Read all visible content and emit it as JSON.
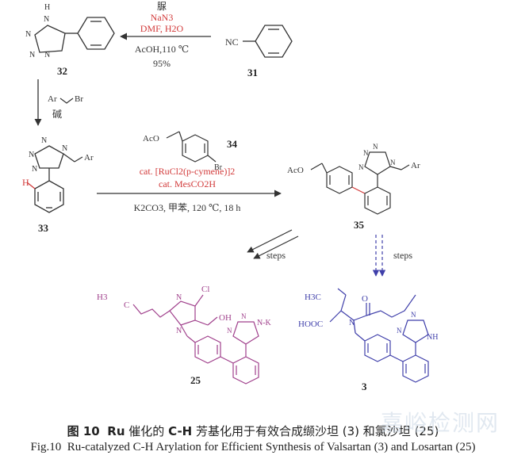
{
  "step1": {
    "reagent_cn": "脲",
    "reagent_nan3": "NaN3",
    "reagent_solvent": "DMF, H2O",
    "conditions": "AcOH,110 ℃",
    "yield": "95%"
  },
  "step2": {
    "reagent_top": "Ar",
    "reagent_br": "Br",
    "base_cn": "碱"
  },
  "step3": {
    "catalyst": "cat. [RuCl2(p-cymene)]2",
    "acid": "cat. MesCO2H",
    "conditions": "K2CO3, 甲苯, 120 ℃, 18 h"
  },
  "steps_label_left": "steps",
  "steps_label_right": "steps",
  "compounds": {
    "c31": "31",
    "c32": "32",
    "c33": "33",
    "c34": "34",
    "c35": "35",
    "c25": "25",
    "c3": "3"
  },
  "atoms": {
    "h": "H",
    "n": "N",
    "nc": "NC",
    "ar": "Ar",
    "aco": "AcO",
    "br": "Br",
    "cl": "Cl",
    "oh": "OH",
    "nk": "N-K",
    "nh": "NH",
    "h3c": "H3C",
    "hooc": "HOOC",
    "o": "O",
    "ch3": "H3"
  },
  "caption_cn": {
    "figno": "图 10",
    "title_pre": "Ru",
    "title_text": "催化的",
    "title_ch": "C-H",
    "title_rest": "芳基化用于有效合成缬沙坦 (3) 和氯沙坦 (25)"
  },
  "caption_en": {
    "figno": "Fig.10",
    "text": "Ru-catalyzed C-H Arylation for Efficient Synthesis of Valsartan (3) and Losartan (25)"
  },
  "watermark": "嘉峪检测网",
  "colors": {
    "ink": "#2a2a2a",
    "red": "#d23a3a",
    "magenta": "#a0408c",
    "blue": "#3f3faa"
  }
}
